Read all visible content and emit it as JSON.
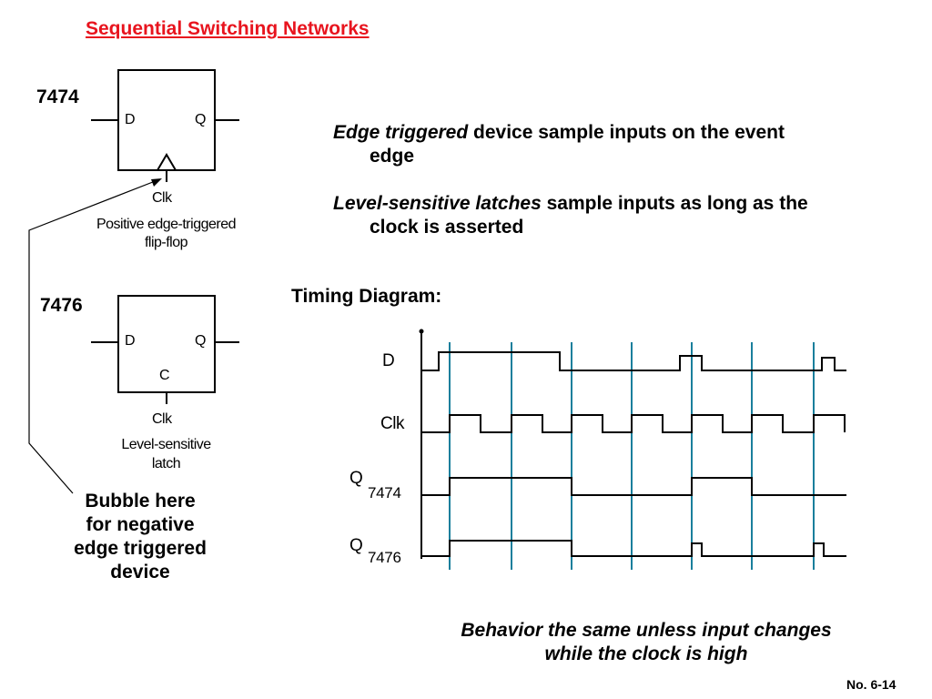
{
  "title": "Sequential Switching Networks",
  "flipflop": {
    "part": "7474",
    "d_label": "D",
    "q_label": "Q",
    "clk_label": "Clk",
    "caption_line1": "Positive edge-triggered",
    "caption_line2": "flip-flop"
  },
  "latch": {
    "part": "7476",
    "d_label": "D",
    "q_label": "Q",
    "c_label": "C",
    "clk_label": "Clk",
    "caption_line1": "Level-sensitive",
    "caption_line2": "latch"
  },
  "bubble_note": {
    "line1": "Bubble here",
    "line2": "for negative",
    "line3": "edge triggered",
    "line4": "device"
  },
  "bullets": [
    {
      "emph": "Edge triggered",
      "rest": " device sample inputs on the event",
      "cont": "edge"
    },
    {
      "emph": "Level-sensitive latches",
      "rest": " sample inputs as long as the",
      "cont": "clock is asserted"
    }
  ],
  "timing": {
    "title": "Timing Diagram:",
    "signals": [
      {
        "label": "D",
        "sub": ""
      },
      {
        "label": "Clk",
        "sub": ""
      },
      {
        "label": "Q",
        "sub": "7474"
      },
      {
        "label": "Q",
        "sub": "7476"
      }
    ]
  },
  "footer_note": {
    "line1": "Behavior the same unless input changes",
    "line2": "while the clock is high"
  },
  "slide_number": "No. 6-14",
  "colors": {
    "title": "#e8141e",
    "clock_edge_lines": "#1a7f9c",
    "ink": "#000000"
  }
}
